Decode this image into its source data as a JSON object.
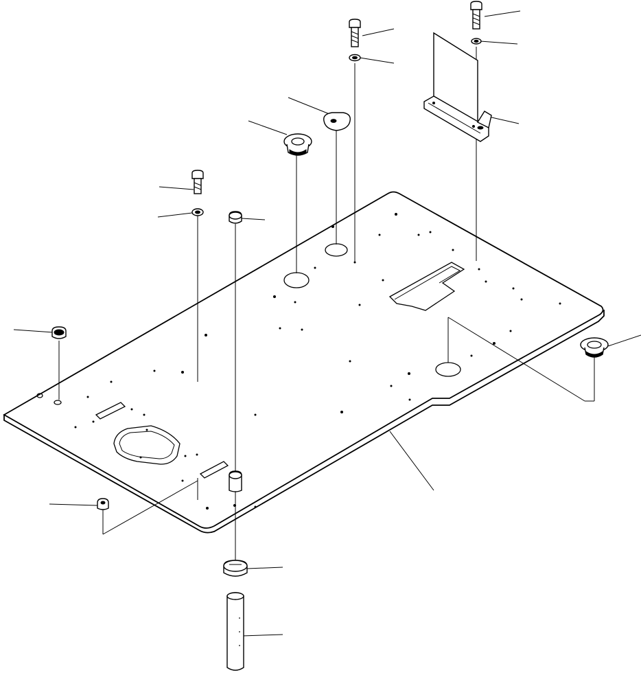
{
  "figure": {
    "kind": "exploded-parts-diagram",
    "printed_text": []
  },
  "parts": [
    {
      "id": "bolt-top-right",
      "icon": "hex-bolt-icon"
    },
    {
      "id": "washer-top-right",
      "icon": "washer-icon"
    },
    {
      "id": "bracket",
      "icon": "bracket-icon"
    },
    {
      "id": "bolt-top-center",
      "icon": "hex-bolt-icon"
    },
    {
      "id": "washer-top-center",
      "icon": "washer-icon"
    },
    {
      "id": "oval-cap",
      "icon": "oval-cap-icon"
    },
    {
      "id": "grommet-large",
      "icon": "grommet-icon"
    },
    {
      "id": "bolt-left",
      "icon": "hex-bolt-icon"
    },
    {
      "id": "washer-left",
      "icon": "washer-icon"
    },
    {
      "id": "plug-small",
      "icon": "plug-icon"
    },
    {
      "id": "plug-far-left",
      "icon": "plug-icon"
    },
    {
      "id": "grommet-right",
      "icon": "grommet-icon"
    },
    {
      "id": "floor-plate",
      "icon": "plate-icon"
    },
    {
      "id": "nut-lower-left",
      "icon": "nut-icon"
    },
    {
      "id": "collar",
      "icon": "collar-icon"
    },
    {
      "id": "cap-clamp",
      "icon": "clamp-icon"
    },
    {
      "id": "rod",
      "icon": "rod-icon"
    }
  ]
}
